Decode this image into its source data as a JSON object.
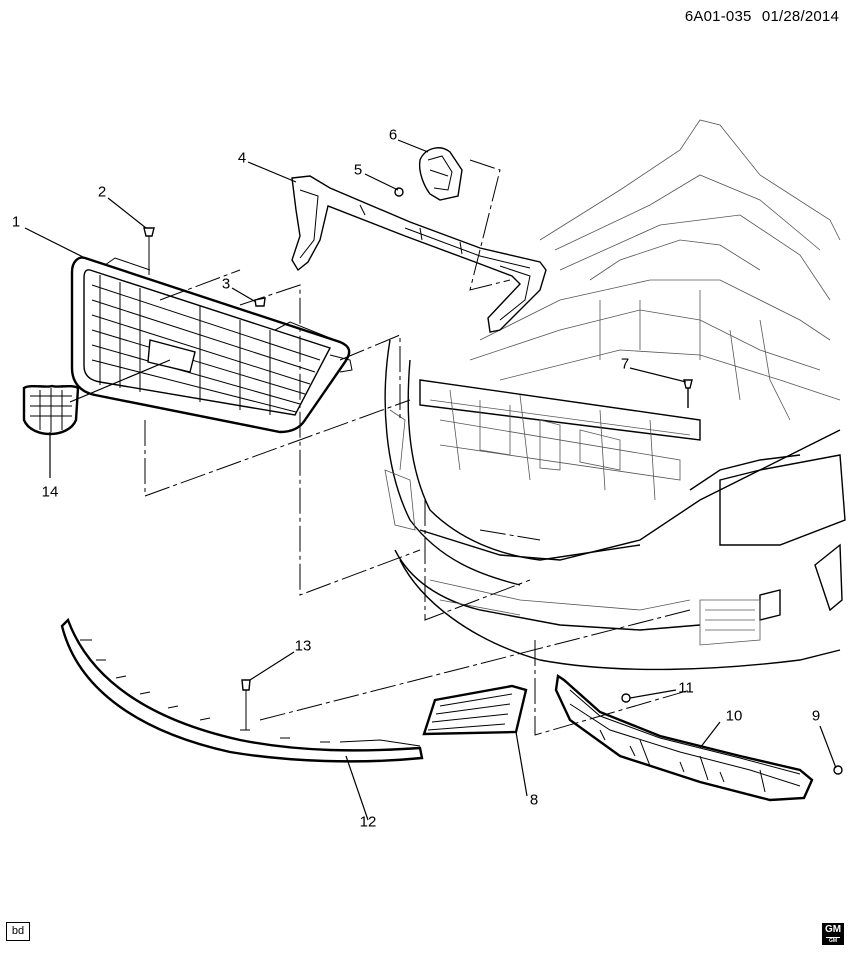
{
  "header": {
    "diagram_code": "6A01-035",
    "date": "01/28/2014"
  },
  "callouts": [
    {
      "label": "1"
    },
    {
      "label": "2"
    },
    {
      "label": "3"
    },
    {
      "label": "4"
    },
    {
      "label": "5"
    },
    {
      "label": "6"
    },
    {
      "label": "7"
    },
    {
      "label": "8"
    },
    {
      "label": "9"
    },
    {
      "label": "10"
    },
    {
      "label": "11"
    },
    {
      "label": "12"
    },
    {
      "label": "13"
    },
    {
      "label": "14"
    }
  ],
  "footer": {
    "tag": "bd",
    "logo_top": "GM",
    "logo_bottom": "GM"
  }
}
